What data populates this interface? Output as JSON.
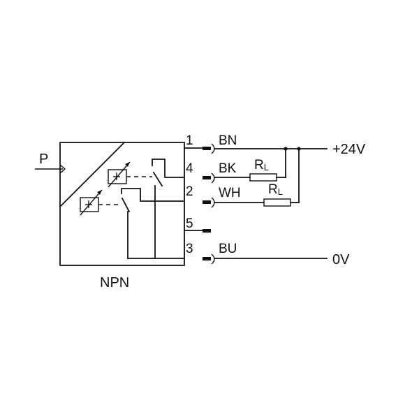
{
  "sensor": {
    "type_label": "NPN",
    "input_label": "P"
  },
  "pins": [
    {
      "number": "1",
      "wire": "BN"
    },
    {
      "number": "4",
      "wire": "BK"
    },
    {
      "number": "2",
      "wire": "WH"
    },
    {
      "number": "5",
      "wire": ""
    },
    {
      "number": "3",
      "wire": "BU"
    }
  ],
  "loads": [
    {
      "label": "R",
      "subscript": "L"
    },
    {
      "label": "R",
      "subscript": "L"
    }
  ],
  "supply": {
    "positive": "+24V",
    "ground": "0V"
  }
}
